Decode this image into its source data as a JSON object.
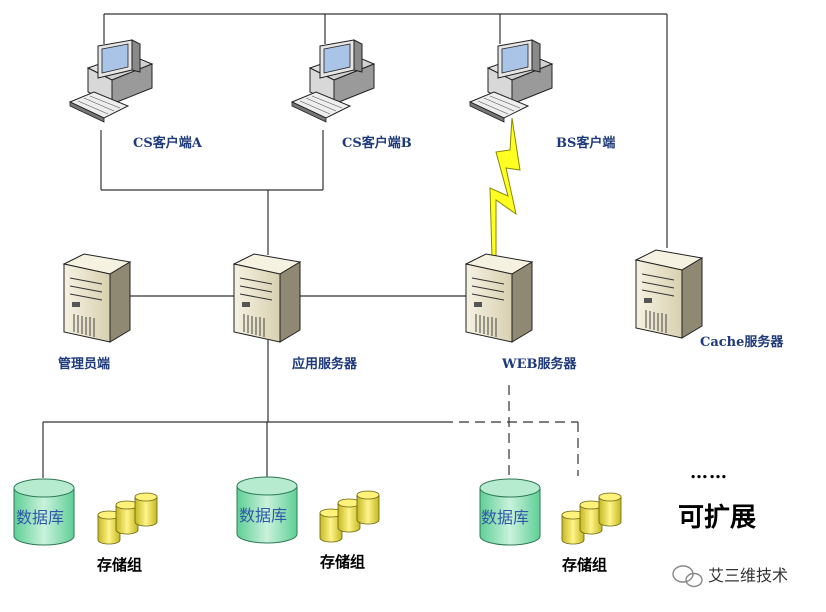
{
  "clients": {
    "cs_a": "CS客户端A",
    "cs_b": "CS客户端B",
    "bs": "BS客户端"
  },
  "servers": {
    "admin": "管理员端",
    "app": "应用服务器",
    "web": "WEB服务器",
    "cache": "Cache服务器"
  },
  "storage": {
    "database": "数据库",
    "group": "存储组"
  },
  "extend": {
    "dots": "……",
    "label": "可扩展"
  },
  "watermark": "艾三维技术",
  "colors": {
    "line": "#333333",
    "lightning": "#ffff22",
    "db_fill": "#9fe0c0",
    "cylinder_fill": "#e8e050",
    "server_fill": "#ece6cc"
  }
}
